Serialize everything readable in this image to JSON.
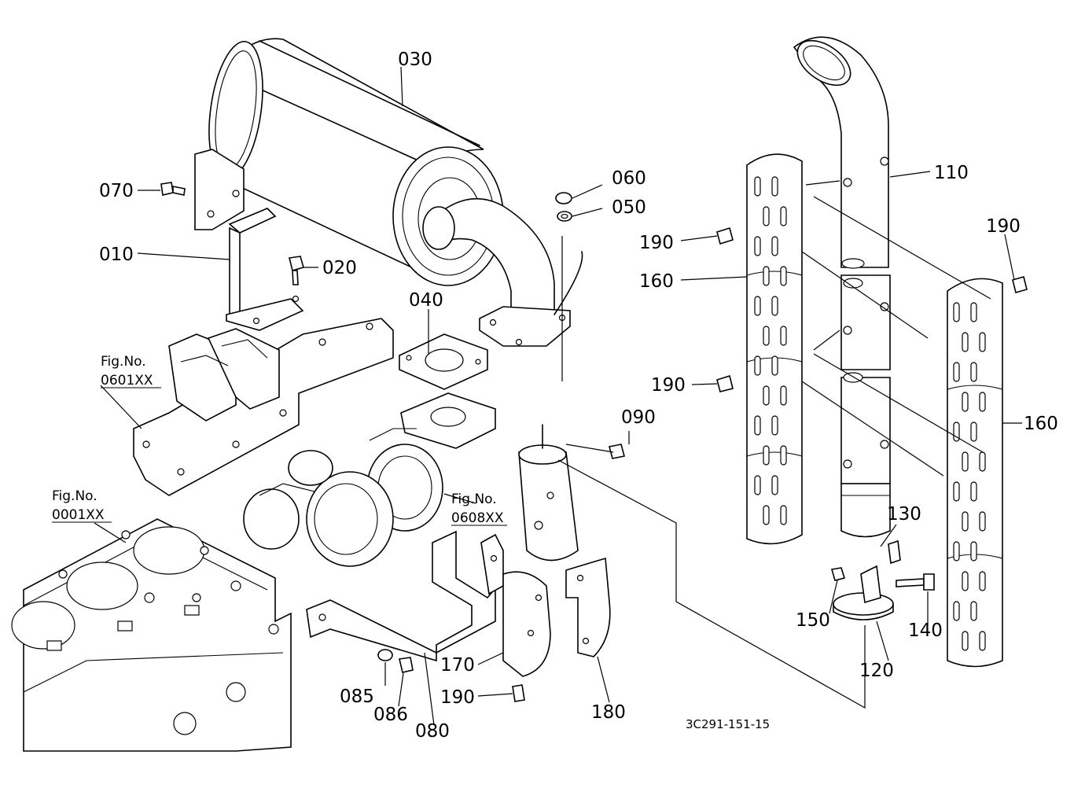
{
  "parts": {
    "p010": "010",
    "p020": "020",
    "p030": "030",
    "p040": "040",
    "p050": "050",
    "p060": "060",
    "p070": "070",
    "p080": "080",
    "p085": "085",
    "p086": "086",
    "p090": "090",
    "p110": "110",
    "p120": "120",
    "p130": "130",
    "p140": "140",
    "p150": "150",
    "p160a": "160",
    "p160b": "160",
    "p170": "170",
    "p180": "180",
    "p190a": "190",
    "p190b": "190",
    "p190c": "190",
    "p190d": "190"
  },
  "refs": {
    "manifold": {
      "line1": "Fig.No.",
      "line2": "0601XX"
    },
    "engine": {
      "line1": "Fig.No.",
      "line2": "0001XX"
    },
    "turbo": {
      "line1": "Fig.No.",
      "line2": "0608XX"
    }
  },
  "drawing_code": "3C291-151-15"
}
